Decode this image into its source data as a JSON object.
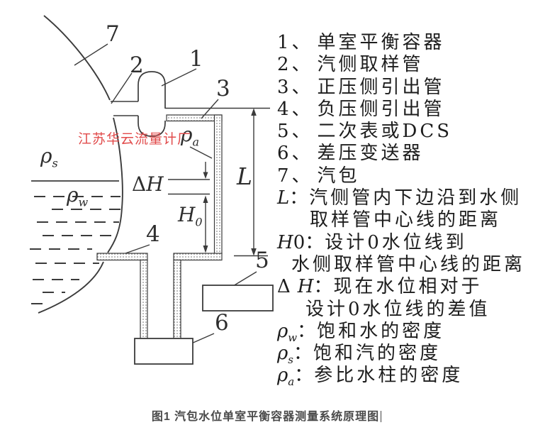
{
  "diagram": {
    "part_numbers": [
      "1",
      "2",
      "3",
      "4",
      "5",
      "6",
      "7"
    ],
    "rho": "ρ",
    "sub_s": "s",
    "sub_w": "w",
    "sub_a": "a",
    "delta_H": {
      "delta": "Δ",
      "H": "H"
    },
    "H0": {
      "H": "H",
      "sub": "0"
    },
    "L": "L",
    "watermark": "江苏华云流量计厂"
  },
  "legend": {
    "items": [
      {
        "pre": "1、",
        "text": "单室平衡容器"
      },
      {
        "pre": "2、",
        "text": "汽侧取样管"
      },
      {
        "pre": "3、",
        "text": "正压侧引出管"
      },
      {
        "pre": "4、",
        "text": "负压侧引出管"
      },
      {
        "pre": "5、",
        "text": "二次表或DCS"
      },
      {
        "pre": "6、",
        "text": "差压变送器"
      },
      {
        "pre": "7、",
        "text": "汽包"
      },
      {
        "it": "L",
        "post": "：",
        "text": "汽侧管内下边沿到水侧"
      },
      {
        "ind": 46,
        "text": "取样管中心线的距离"
      },
      {
        "it": "H",
        "post": "0：",
        "text": "设计0水位线到"
      },
      {
        "ind": 20,
        "text": "水侧取样管中心线的距离"
      },
      {
        "pre": "Δ",
        "it": "H",
        "post": "：",
        "text": "现在水位相对于"
      },
      {
        "ind": 40,
        "text": "设计0水位线的差值"
      },
      {
        "it": "ρ",
        "sub": "w",
        "post": "：",
        "text": "饱和水的密度"
      },
      {
        "it": "ρ",
        "sub": "s",
        "post": "：",
        "text": "饱和汽的密度"
      },
      {
        "it": "ρ",
        "sub": "a",
        "post": "：",
        "text": "参比水柱的密度"
      }
    ]
  },
  "caption": {
    "text": "图1 汽包水位单室平衡容器测量系统原理图"
  },
  "colors": {
    "line": "#3b3b3b",
    "watermark": "#e14b4b",
    "legend_text": "#1d1d1d",
    "caption": "#4a4a4a"
  }
}
